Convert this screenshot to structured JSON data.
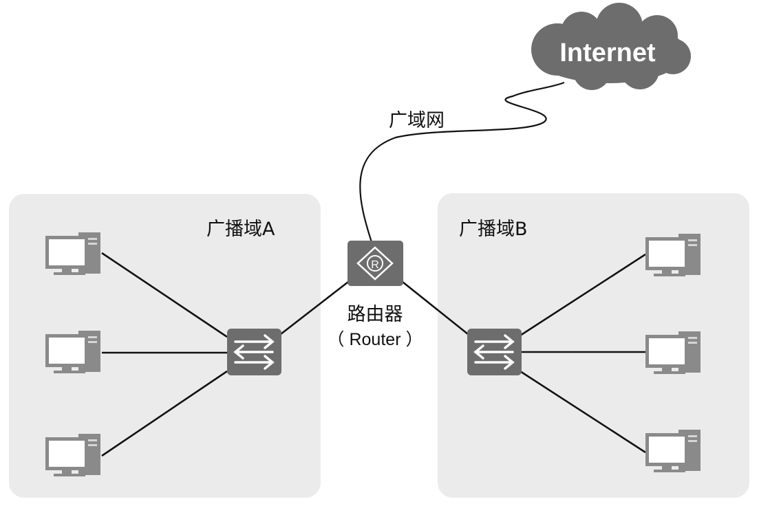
{
  "cloud": {
    "label": "Internet",
    "fill": "#6d6d6d",
    "text_color": "#ffffff"
  },
  "wan": {
    "label": "广域网"
  },
  "router": {
    "label": "路由器",
    "sublabel": "（ Router ）",
    "glyph": "R",
    "fill": "#6d6d6d"
  },
  "domain_a": {
    "label": "广播域A",
    "fill": "#ebebeb"
  },
  "domain_b": {
    "label": "广播域B",
    "fill": "#ebebeb"
  },
  "switch": {
    "fill": "#6d6d6d",
    "arrow_color": "#ffffff"
  },
  "pc": {
    "fill": "#8a8a8a",
    "screen": "#ffffff"
  },
  "line_color": "#111111"
}
